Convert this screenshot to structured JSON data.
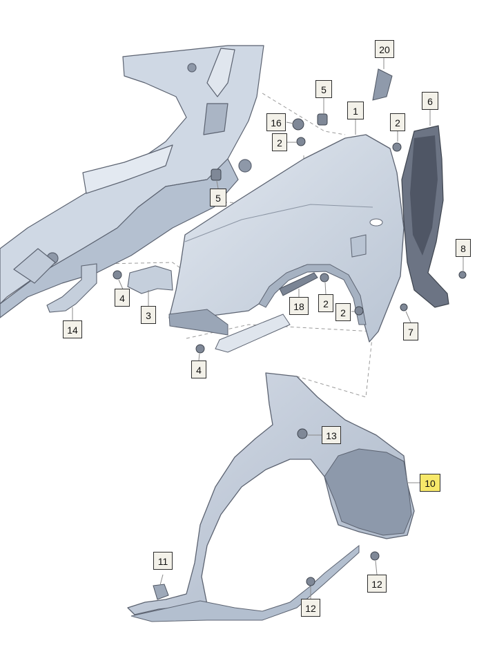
{
  "callouts": {
    "c1": "1",
    "c20": "20",
    "c5a": "5",
    "c16": "16",
    "c2a": "2",
    "c2b": "2",
    "c6": "6",
    "c5b": "5",
    "c8": "8",
    "c4a": "4",
    "c3": "3",
    "c14": "14",
    "c18": "18",
    "c2c": "2",
    "c2d": "2",
    "c7": "7",
    "c4b": "4",
    "c13": "13",
    "c10": "10",
    "c11": "11",
    "c12a": "12",
    "c12b": "12"
  },
  "highlighted_part": "10",
  "colors": {
    "part_fill": "#cfd8e4",
    "part_shade": "#b4c0d0",
    "outline": "#5b6270",
    "leader": "#888888",
    "callout_bg": "#f3f1e9",
    "highlight_bg": "#f7e86a"
  }
}
